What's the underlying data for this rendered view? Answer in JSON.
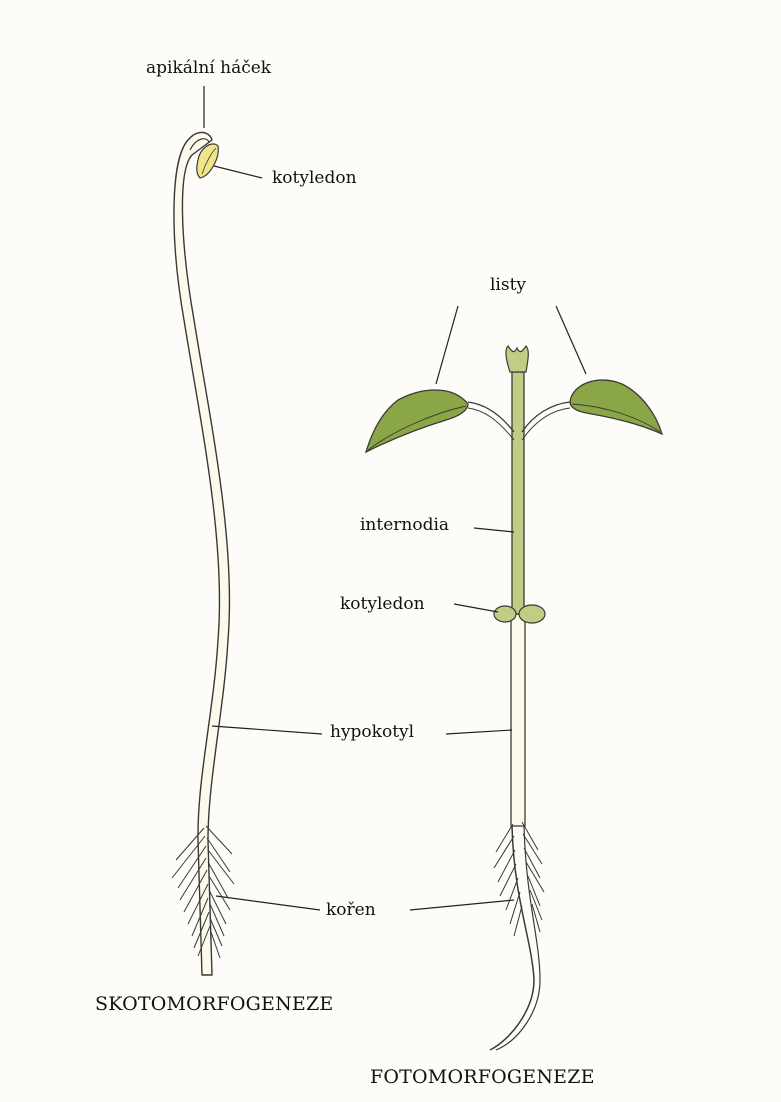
{
  "labels": {
    "apical_hook": "apikální háček",
    "cotyledon_dark": "kotyledon",
    "leaves": "listy",
    "internodes": "internodia",
    "cotyledon_light": "kotyledon",
    "hypocotyl": "hypokotyl",
    "root": "kořen"
  },
  "captions": {
    "dark": "SKOTOMORFOGENEZE",
    "light": "FOTOMORFOGENEZE"
  },
  "colors": {
    "background": "#fdfcf8",
    "stem_pale": "#fbfaed",
    "leaf_green": "#8aa646",
    "stem_green": "#c2cc84",
    "cotyledon_yellow": "#f1e58a",
    "outline": "#3a3a34"
  }
}
